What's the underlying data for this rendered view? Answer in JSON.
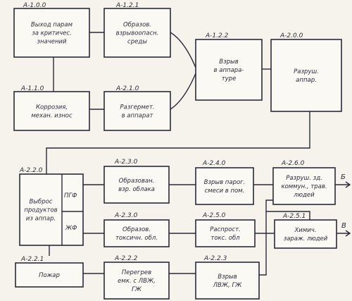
{
  "nodes": [
    {
      "id": "A-1.0.0",
      "code": "A-1.0.0",
      "lines": [
        "Выход парам",
        "за критичес.",
        "значений"
      ]
    },
    {
      "id": "A-1.2.1",
      "code": "A-1.2.1",
      "lines": [
        "Образов.",
        "взрывоопасн.",
        "среды"
      ]
    },
    {
      "id": "A-1.2.2",
      "code": "A-1.2.2",
      "lines": [
        "Взрыв",
        "в аппара-",
        "туре"
      ]
    },
    {
      "id": "A-2.0.0",
      "code": "A-2.0.0",
      "lines": [
        "Разруш.",
        "аппар."
      ]
    },
    {
      "id": "A-1.1.0",
      "code": "A-1.1.0",
      "lines": [
        "Коррозия,",
        "механ. износ"
      ]
    },
    {
      "id": "A-2.1.0",
      "code": "A-2.1.0",
      "lines": [
        "Разгермет.",
        "в аппарат"
      ]
    },
    {
      "id": "A-2.2.0",
      "code": "A-2.2.0",
      "lines": [
        "Выброс",
        "продуктов",
        "из аппар."
      ]
    },
    {
      "id": "A-2.3.0a",
      "code": "A-2.3.0",
      "lines": [
        "Образован.",
        "взр. облака"
      ]
    },
    {
      "id": "A-2.4.0",
      "code": "A-2.4.0",
      "lines": [
        "Взрыв парог.",
        "смеси в пом."
      ]
    },
    {
      "id": "A-2.6.0",
      "code": "A-2.6.0",
      "lines": [
        "Разруш. зд.",
        "коммун., трав.",
        "людей"
      ]
    },
    {
      "id": "A-2.3.0b",
      "code": "A-2.3.0",
      "lines": [
        "Образов.",
        "токсичн. обл."
      ]
    },
    {
      "id": "A-2.5.0",
      "code": "A-2.5.0",
      "lines": [
        "Распрост.",
        "токс. обл"
      ]
    },
    {
      "id": "A-2.5.1",
      "code": "A-2.5.1",
      "lines": [
        "Химич.",
        "зараж. людей"
      ]
    },
    {
      "id": "A-2.2.1",
      "code": "A-2.2.1",
      "lines": [
        "Пожар"
      ]
    },
    {
      "id": "A-2.2.2",
      "code": "A-2.2.2",
      "lines": [
        "Перегрев",
        "емк. с ЛВЖ,",
        "ГЖ"
      ]
    },
    {
      "id": "A-2.2.3",
      "code": "A-2.2.3",
      "lines": [
        "Взрыв",
        "ЛВЖ, ГЖ"
      ]
    }
  ],
  "split_labels": {
    "top": "ПГФ",
    "bottom": "ЖФ"
  },
  "outputs": {
    "b": "Б",
    "v": "В"
  }
}
